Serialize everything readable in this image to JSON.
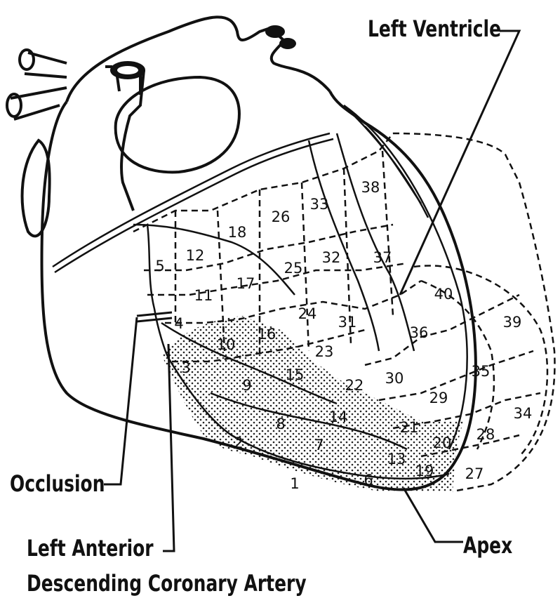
{
  "labels": {
    "left_ventricle": "Left Ventricle",
    "occlusion": "Occlusion",
    "lad_line1": "Left Anterior",
    "lad_line2": "Descending Coronary Artery",
    "apex": "Apex"
  },
  "segments": [
    "1",
    "2",
    "3",
    "4",
    "5",
    "6",
    "7",
    "8",
    "9",
    "10",
    "11",
    "12",
    "13",
    "14",
    "15",
    "16",
    "17",
    "18",
    "19",
    "20",
    "21",
    "22",
    "23",
    "24",
    "25",
    "26",
    "27",
    "28",
    "29",
    "30",
    "31",
    "32",
    "33",
    "34",
    "35",
    "36",
    "37",
    "38",
    "39",
    "40"
  ]
}
